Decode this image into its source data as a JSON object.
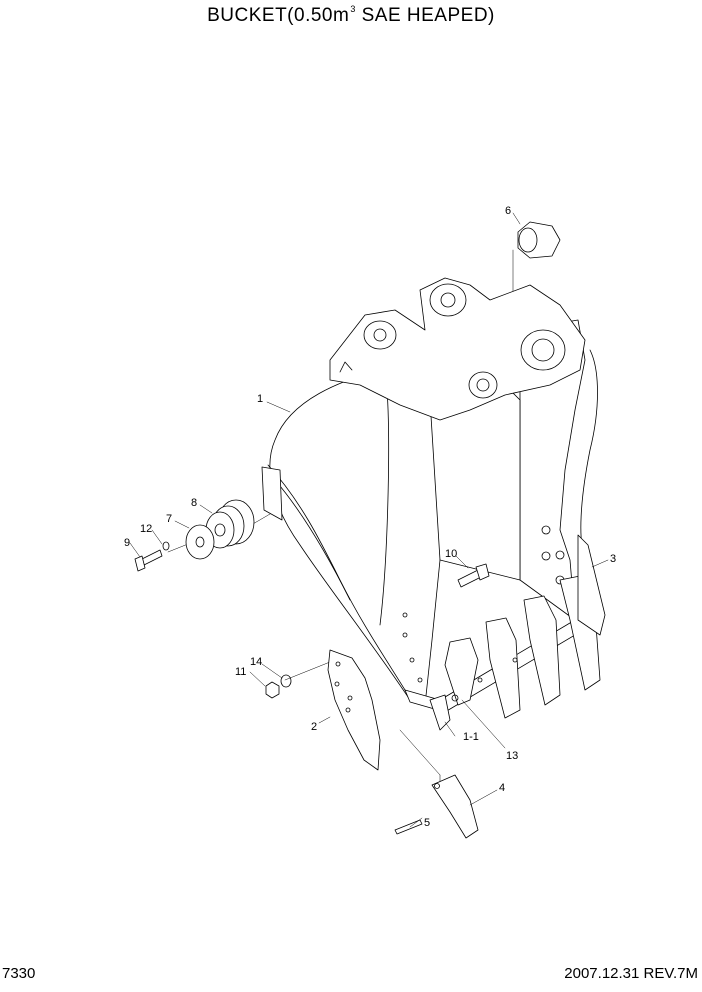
{
  "header": {
    "title_prefix": "BUCKET(0.50m",
    "title_sup": "3",
    "title_suffix": " SAE HEAPED)"
  },
  "footer": {
    "page_number": "7330",
    "revision": "2007.12.31  REV.7M"
  },
  "callouts": [
    {
      "id": "1",
      "label": "1"
    },
    {
      "id": "1-1",
      "label": "1-1"
    },
    {
      "id": "2",
      "label": "2"
    },
    {
      "id": "3",
      "label": "3"
    },
    {
      "id": "4",
      "label": "4"
    },
    {
      "id": "5",
      "label": "5"
    },
    {
      "id": "6",
      "label": "6"
    },
    {
      "id": "7",
      "label": "7"
    },
    {
      "id": "8",
      "label": "8"
    },
    {
      "id": "9",
      "label": "9"
    },
    {
      "id": "10",
      "label": "10"
    },
    {
      "id": "11",
      "label": "11"
    },
    {
      "id": "12",
      "label": "12"
    },
    {
      "id": "13",
      "label": "13"
    },
    {
      "id": "14",
      "label": "14"
    }
  ]
}
